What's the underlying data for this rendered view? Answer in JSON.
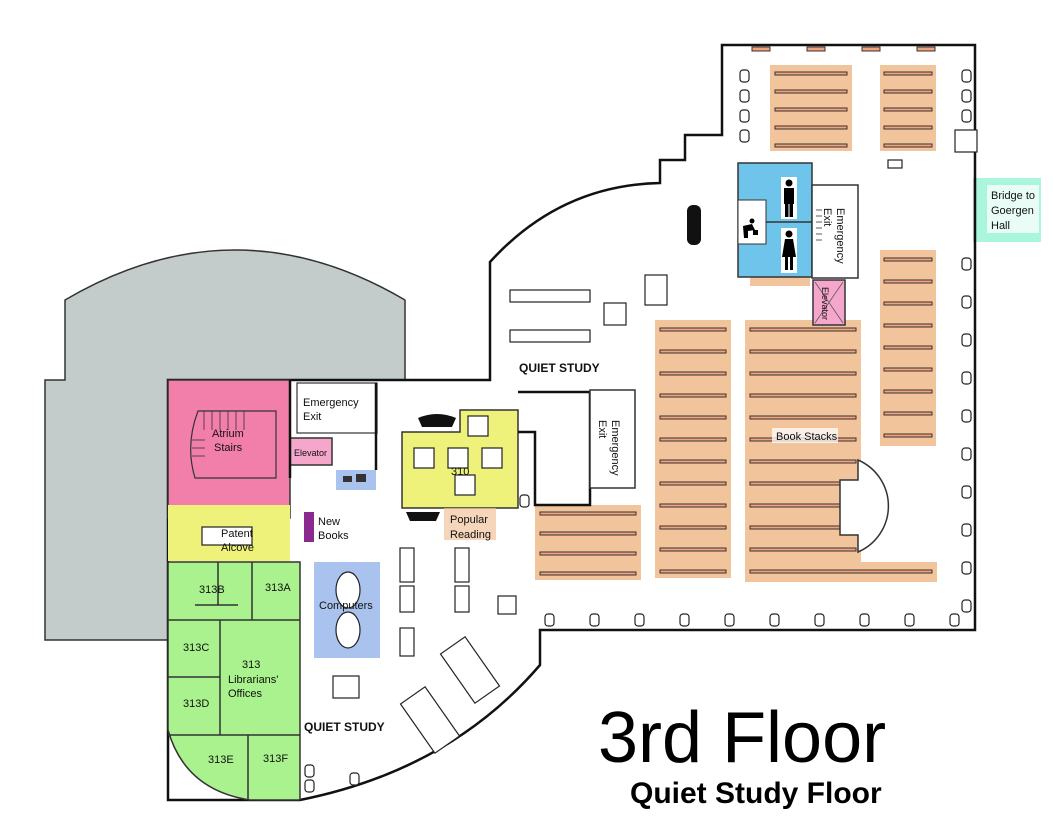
{
  "title": "3rd Floor",
  "subtitle": "Quiet Study Floor",
  "colors": {
    "atrium": "#f27fa9",
    "yellow": "#eef27a",
    "offices": "#a9f28d",
    "restroom": "#6ec4ea",
    "computers": "#a9c2ee",
    "stacks": "#f2c49c",
    "bridge": "#a9f6dc",
    "elevator": "#f4a6cb",
    "new_books": "#8a2a8e",
    "background_building": "#c4cbcb"
  },
  "labels": {
    "atrium_stairs": [
      "Atrium",
      "Stairs"
    ],
    "emergency_exit_left": [
      "Emergency",
      "Exit"
    ],
    "elevator_left": "Elevator",
    "patent_alcove": [
      "Patent",
      "Alcove"
    ],
    "new_books": [
      "New",
      "Books"
    ],
    "room_310": "310",
    "popular_reading": [
      "Popular",
      "Reading"
    ],
    "computers": "Computers",
    "room_313a": "313A",
    "room_313b": "313B",
    "room_313c": "313C",
    "room_313d": "313D",
    "room_313e": "313E",
    "room_313f": "313F",
    "librarians_offices": [
      "313",
      "Librarians'",
      "Offices"
    ],
    "quiet_study_bottom": "QUIET STUDY",
    "quiet_study_top": "QUIET STUDY",
    "emergency_exit_middle": [
      "Emergency",
      "Exit"
    ],
    "emergency_exit_right": [
      "Emergency",
      "Exit"
    ],
    "elevator_right": "Elevator",
    "book_stacks": "Book Stacks",
    "bridge": [
      "Bridge to",
      "Goergen",
      "Hall"
    ]
  },
  "icons": [
    "restroom-men-icon",
    "restroom-women-icon",
    "water-fountain-icon",
    "stairs-icon",
    "door-icon"
  ]
}
